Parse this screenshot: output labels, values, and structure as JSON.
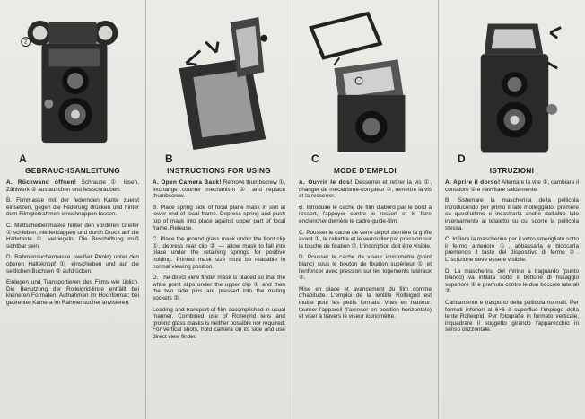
{
  "panels": [
    {
      "letter": "A",
      "heading": "GEBRAUCHSANLEITUNG",
      "paragraphs": [
        {
          "lead": "A. Rückwand öffnen!",
          "text": " Schraube ① lösen, Zählwerk ② austauschen und festschrauben."
        },
        {
          "lead": "",
          "text": "B. Filmmaske mit der federnden Kante zuerst einsetzen, gegen die Federung drücken und hinter dem Filmgleitrahmen einschnappen lassen."
        },
        {
          "lead": "",
          "text": "C. Mattscheibenmaske hinter den vorderen Greifer ① schieben, niederklappen und durch Druck auf die Haltetaste ② verriegeln. Die Beschriftung muß sichtbar sein."
        },
        {
          "lead": "",
          "text": "D. Rahmensuchermaske (weißer Punkt) unter den oberen Halteknopf ① einschieben und auf die seitlichen Buchsen ② aufdrücken."
        },
        {
          "lead": "",
          "text": "Einlegen und Transportieren des Films wie üblich. Die Benutzung der Rolleigrid-linse entfällt bei kleineren Formaten. Aufnahmen im Hochformat: bei gedrehter Kamera im Rahmensucher anvisieren."
        }
      ]
    },
    {
      "letter": "B",
      "heading": "INSTRUCTIONS FOR USING",
      "paragraphs": [
        {
          "lead": "A. Open Camera Back!",
          "text": " Remove thumbscrew ①, exchange counter mechanism ② and replace thumbscrew."
        },
        {
          "lead": "",
          "text": "B. Place spring side of focal plane mask in slot at lower end of focal frame. Depress spring and push top of mask into place against upper part of focal frame. Release."
        },
        {
          "lead": "",
          "text": "C. Place the ground glass mask under the front clip ①, depress rear clip ② — allow mask to fall into place under the retaining springs for positive holding. Printed mask size must be readable in normal viewing position."
        },
        {
          "lead": "",
          "text": "D. The direct view finder mask is placed so that the white point slips under the upper clip ① and then the two side pins are pressed into the mating sockets ②."
        },
        {
          "lead": "",
          "text": "Loading and transport of film accomplished in usual manner. Combined use of Rolleigrid lens and ground glass masks is neither possible nor required. For vertical shots, hold camera on its side and use direct view finder."
        }
      ]
    },
    {
      "letter": "C",
      "heading": "MODE D'EMPLOI",
      "paragraphs": [
        {
          "lead": "A. Ouvrir le dos!",
          "text": " Desserrer et retirer la vis ①, changer de mécanisme-compteur ②, remettre la vis et la resserrer."
        },
        {
          "lead": "",
          "text": "B. Introduire le cache de film d'abord par le bord à ressort, l'appuyer contre le ressort et le faire enclencher derrière le cadre guide-film."
        },
        {
          "lead": "",
          "text": "C. Pousser le cache de verre dépoli derrière la griffe avant ①, le rabattre et le verrouiller par pression sur la touche de fixation ②. L'inscription doit être visible."
        },
        {
          "lead": "",
          "text": "D. Pousser le cache de viseur iconomètre (point blanc) sous le bouton de fixation supérieur ① et l'enfoncer avec pression sur les logements latéraux ②."
        },
        {
          "lead": "",
          "text": "Mise en place et avancement du film comme d'habitude. L'emploi de la lentille Rolleigrid est inutile pour les petits formats. Vues en hauteur: tourner l'appareil (l'amener en position horizontale) et viser à travers le viseur iconomètre."
        }
      ]
    },
    {
      "letter": "D",
      "heading": "ISTRUZIONI",
      "paragraphs": [
        {
          "lead": "A. Aprire il dorso!",
          "text": " Allentare la vite ①, cambiare il contatore ② e riavvitare saldamente."
        },
        {
          "lead": "",
          "text": "B. Sistemare la mascherina della pellicola introducendo per primo il lato molleggiato, premere su quest'ultimo e incastrarla anche dall'altro lato internamente al telaietto su cui scorre la pellicola stessa."
        },
        {
          "lead": "",
          "text": "C. Infilare la mascherina per il vetro smerigliato sotto il fermo anteriore ①, abbassarla e bloccarla premendo il tasto del dispositivo di fermo ②. L'iscrizione deve essere visibile."
        },
        {
          "lead": "",
          "text": "D. La mascherina del mirino a traguardo (punto bianco) va infilata sotto il bottone di fissaggio superiore ① e premuta contro le due boccole laterali ②."
        },
        {
          "lead": "",
          "text": "Caricamento e trasporto della pellicola normali. Per formati inferiori al 6×6 è superfluo l'impiego della lente Rolleigrid. Per fotografie in formato verticale, inquadrare il soggetto girando l'apparecchio in senso orizzontale."
        }
      ]
    }
  ]
}
